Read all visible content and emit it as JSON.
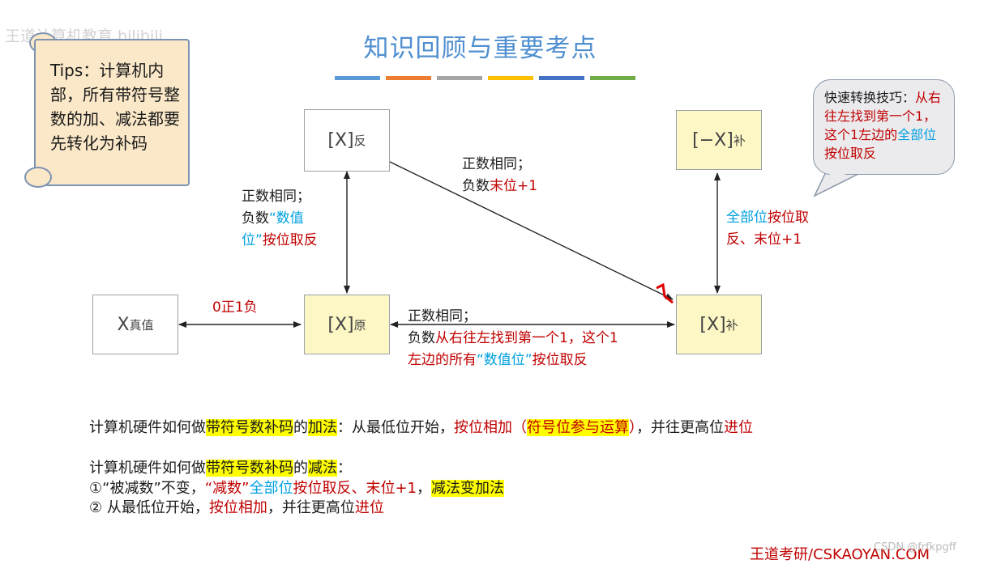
{
  "watermark": "王道计算机教育 bilibili",
  "title": "知识回顾与重要考点",
  "title_bar_colors": [
    "#5b9bd5",
    "#ed7d31",
    "#a5a5a5",
    "#ffc000",
    "#4472c4",
    "#70ad47"
  ],
  "tips": {
    "text": "Tips：计算机内部，所有带符号整数的加、减法都要先转化为补码"
  },
  "callout": {
    "prefix": "快速转换技巧：",
    "red1": "从右往左找到第一个1，这个1左边的",
    "blue": "全部位",
    "red2": "按位取反"
  },
  "nodes": {
    "truth": {
      "main": "X",
      "sub": "真值"
    },
    "inverse": {
      "main": "[X]",
      "sub": "反"
    },
    "original": {
      "main": "[X]",
      "sub": "原"
    },
    "complement": {
      "main": "[X]",
      "sub": "补"
    },
    "neg_complement": {
      "main": "[−X]",
      "sub": "补"
    }
  },
  "edges": {
    "truth_original": "0正1负",
    "orig_inv_line1": "正数相同；",
    "orig_inv_line2_a": "负数",
    "orig_inv_line2_b": "“数值",
    "orig_inv_line3_a": "位”",
    "orig_inv_line3_b": "按位取反",
    "inv_comp_line1": "正数相同；",
    "inv_comp_line2_a": "负数",
    "inv_comp_line2_b": "末位+1",
    "comp_neg_a": "全部位",
    "comp_neg_b": "按位取",
    "comp_neg_c": "反、末位+1",
    "orig_comp_line1": "正数相同；",
    "orig_comp_line2_a": "负数",
    "orig_comp_line2_b": "从右往左找到第一个1，这个1",
    "orig_comp_line3_a": "左边的所有",
    "orig_comp_line3_b": "“数值位”",
    "orig_comp_line3_c": "按位取反"
  },
  "bottom": {
    "add_a": "计算机硬件如何做",
    "add_b": "带符号数补码",
    "add_c": "的",
    "add_d": "加法",
    "add_e": "：从最低位开始，",
    "add_f": "按位相加（",
    "add_g": "符号位参与运算",
    "add_h": "）",
    "add_i": "，并往更高位",
    "add_j": "进位",
    "sub_a": "计算机硬件如何做",
    "sub_b": "带符号数补码",
    "sub_c": "的",
    "sub_d": "减法",
    "sub_e": "：",
    "step1_a": "①“被减数”不变，",
    "step1_b": "“减数”",
    "step1_c": "全部位",
    "step1_d": "按位取反、末位+1",
    "step1_e": "，",
    "step1_f": "减法变加法",
    "step2_a": "② 从最低位开始，",
    "step2_b": "按位相加",
    "step2_c": "，并往更高位",
    "step2_d": "进位"
  },
  "footer": "王道考研/CSKAOYAN.COM",
  "csdn": "CSDN @frfkpgff"
}
